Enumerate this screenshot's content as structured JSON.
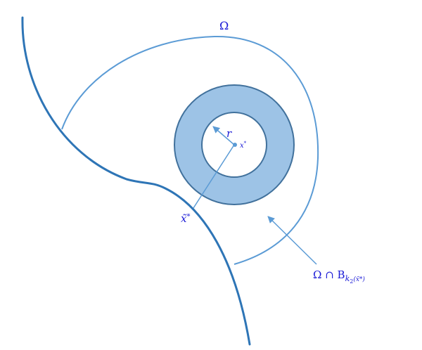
{
  "labels": {
    "omega": "Ω",
    "r": "r",
    "x_star": "x",
    "x_star_sup": "*",
    "x_tilde_star": "x̃",
    "x_tilde_star_sup": "*",
    "intersection_prefix": "Ω ∩ B",
    "intersection_sub_k": "k",
    "intersection_sub_2": "2",
    "intersection_sub_arg": "(x̃*)"
  },
  "colors": {
    "boundary": "#2e75b6",
    "region_outline": "#5b9bd5",
    "annulus_fill": "#9dc3e6",
    "annulus_stroke": "#41719c",
    "arrow": "#5b9bd5",
    "label": "#1a1ad6"
  }
}
